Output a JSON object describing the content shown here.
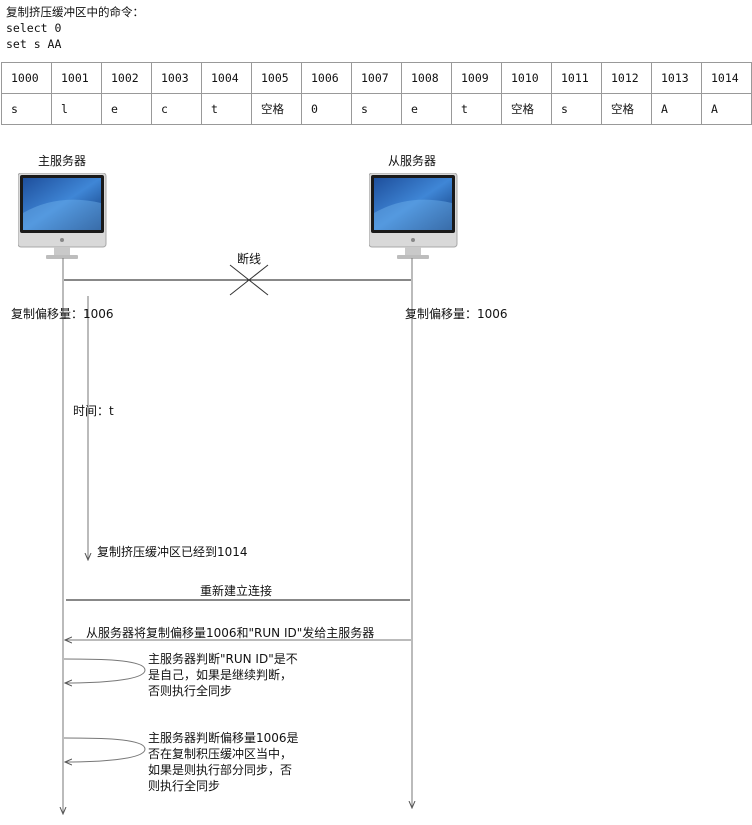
{
  "header_lines": [
    "复制挤压缓冲区中的命令：",
    "select 0",
    "set s AA"
  ],
  "buffer": {
    "offsets": [
      "1000",
      "1001",
      "1002",
      "1003",
      "1004",
      "1005",
      "1006",
      "1007",
      "1008",
      "1009",
      "1010",
      "1011",
      "1012",
      "1013",
      "1014"
    ],
    "chars": [
      "s",
      "l",
      "e",
      "c",
      "t",
      "空格",
      "0",
      "s",
      "e",
      "t",
      "空格",
      "s",
      "空格",
      "A",
      "A"
    ]
  },
  "master": {
    "title": "主服务器",
    "offset_label": "复制偏移量：1006"
  },
  "slave": {
    "title": "从服务器",
    "offset_label": "复制偏移量：1006"
  },
  "disconnect_label": "断线",
  "time_label": "时间：t",
  "buffer_reached_label": "复制挤压缓冲区已经到1014",
  "reconnect_label": "重新建立连接",
  "send_label": "从服务器将复制偏移量1006和\"RUN ID\"发给主服务器",
  "judge_runid_lines": [
    "主服务器判断\"RUN ID\"是不",
    "是自己，如果是继续判断，",
    "否则执行全同步"
  ],
  "judge_offset_lines": [
    "主服务器判断偏移量1006是",
    "否在复制积压缓冲区当中，",
    "如果是则执行部分同步，否",
    "则执行全同步"
  ]
}
